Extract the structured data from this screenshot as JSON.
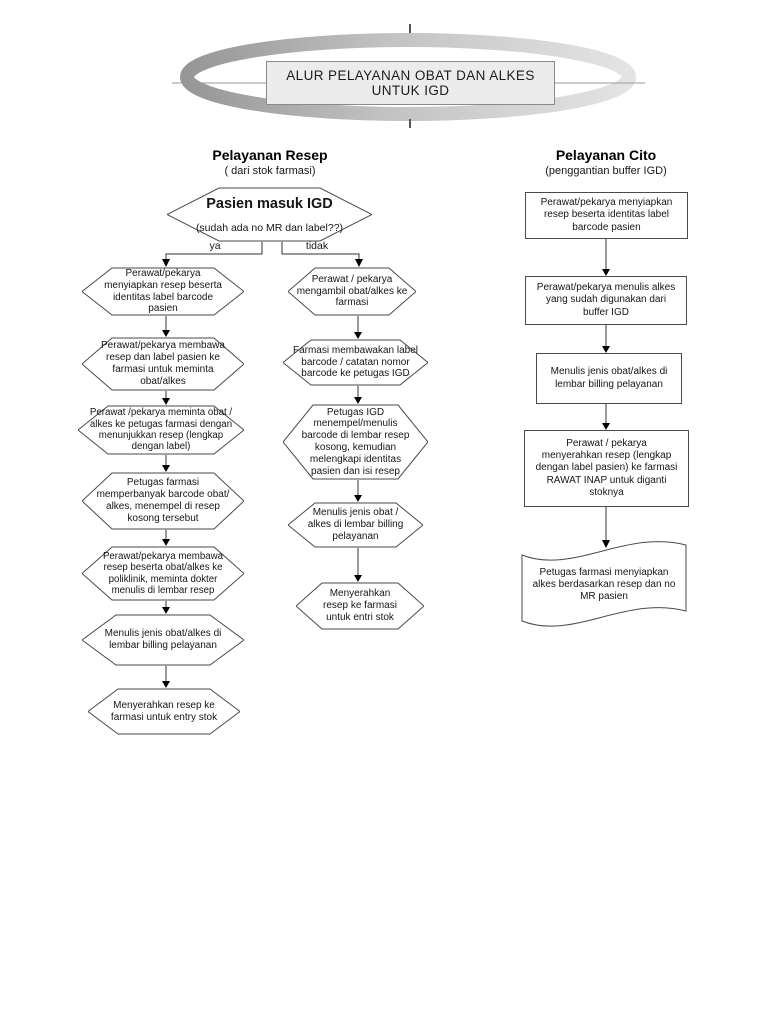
{
  "title": {
    "line1": "ALUR PELAYANAN OBAT DAN ALKES",
    "line2": "UNTUK IGD"
  },
  "columns": {
    "resep": {
      "header": "Pelayanan Resep",
      "subheader": "( dari stok farmasi)"
    },
    "cito": {
      "header": "Pelayanan Cito",
      "subheader": "(penggantian buffer IGD)"
    }
  },
  "start": {
    "title": "Pasien masuk IGD",
    "subtitle": "(sudah ada no MR dan label??)"
  },
  "branch": {
    "yes_label": "ya",
    "no_label": "tidak"
  },
  "resep_steps": [
    "Perawat/pekarya menyiapkan resep beserta identitas label barcode pasien",
    "Perawat/pekarya membawa resep dan label pasien ke farmasi untuk meminta obat/alkes",
    "Perawat /pekarya meminta obat / alkes ke petugas farmasi dengan menunjukkan resep (lengkap dengan label)",
    "Petugas farmasi memperbanyak barcode obat/ alkes, menempel di resep kosong tersebut",
    "Perawat/pekarya membawa resep beserta obat/alkes ke poliklinik, meminta dokter menulis di lembar resep",
    "Menulis jenis obat/alkes di lembar billing pelayanan",
    "Menyerahkan resep ke farmasi untuk entry stok"
  ],
  "tidak_steps": [
    "Perawat / pekarya mengambil obat/alkes ke farmasi",
    "Farmasi membawakan label barcode / catatan nomor barcode ke petugas IGD",
    "Petugas IGD menempel/menulis barcode di lembar resep kosong, kemudian melengkapi identitas pasien dan isi resep",
    "Menulis jenis obat / alkes di lembar billing pelayanan",
    "Menyerahkan resep ke farmasi untuk entri stok"
  ],
  "cito_steps": [
    "Perawat/pekarya menyiapkan resep beserta identitas label barcode pasien",
    "Perawat/pekarya menulis alkes yang sudah digunakan dari buffer IGD",
    "Menulis jenis obat/alkes di lembar billing pelayanan",
    "Perawat / pekarya menyerahkan resep (lengkap dengan label pasien) ke farmasi RAWAT INAP untuk diganti stoknya",
    "Petugas farmasi menyiapkan alkes berdasarkan resep dan no MR pasien"
  ],
  "colors": {
    "shape_stroke": "#4a4a4a",
    "title_fill": "#ececec",
    "ring_dark": "#9d9d9d",
    "ring_light": "#e2e2e2"
  }
}
